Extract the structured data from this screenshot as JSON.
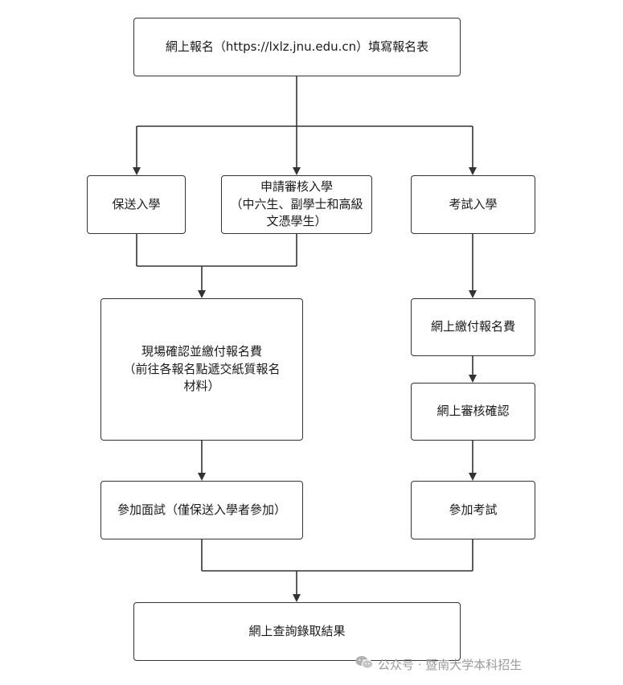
{
  "diagram": {
    "nodes": {
      "register": "網上報名（https://lxlz.jnu.edu.cn）填寫報名表",
      "recommend": "保送入學",
      "apply_title": "申請審核入學",
      "apply_sub": "（中六生、副學士和高級文憑學生）",
      "exam_entry": "考試入學",
      "onsite_title": "現場確認並繳付報名費",
      "onsite_sub": "（前往各報名點遞交紙質報名材料）",
      "pay_online": "網上繳付報名費",
      "review_online": "網上審核確認",
      "interview": "參加面試（僅保送入學者參加）",
      "take_exam": "參加考試",
      "results": "網上查詢錄取結果"
    }
  },
  "watermark": {
    "text": "公众号 · 暨南大学本科招生",
    "icon": "wechat-icon"
  },
  "colors": {
    "stroke": "#333333",
    "watermark": "#9a9a9a"
  }
}
